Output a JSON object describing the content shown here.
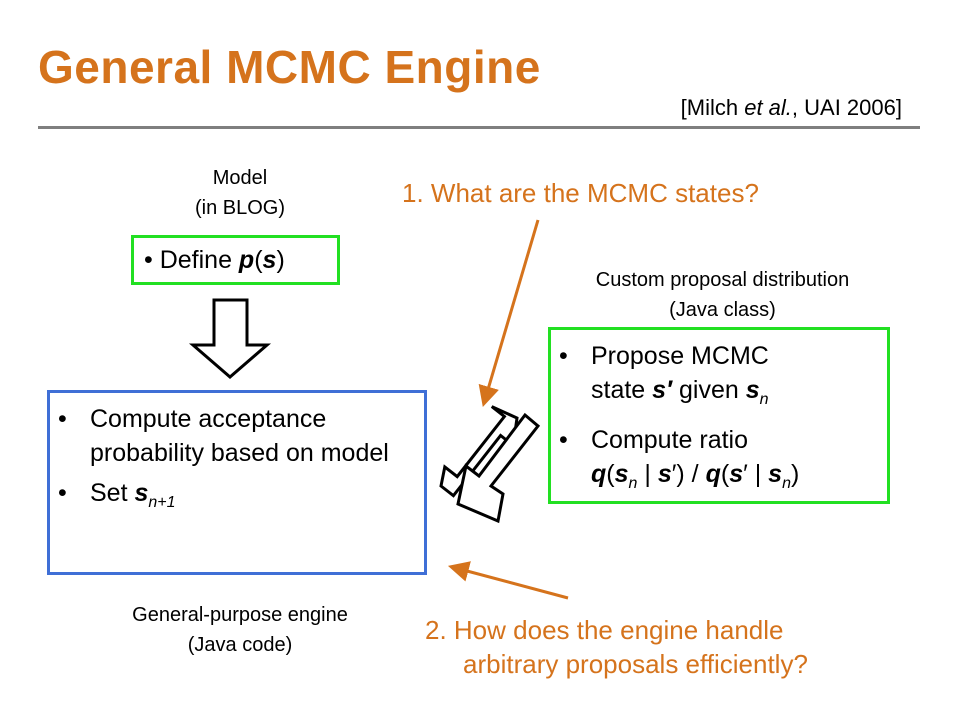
{
  "title": "General MCMC Engine",
  "citation": {
    "prefix": "[Milch ",
    "etal": "et al.",
    "suffix": ", UAI 2006]"
  },
  "model": {
    "caption_line1": "Model",
    "caption_line2": "(in BLOG)",
    "item": {
      "text": "Define ",
      "func": "p",
      "open": "(",
      "var": "s",
      "close": ")"
    }
  },
  "engine": {
    "items": [
      "Compute acceptance probability based on model",
      {
        "text": "Set ",
        "var": "s",
        "sub": "n+1"
      }
    ],
    "caption_line1": "General-purpose engine",
    "caption_line2": "(Java code)"
  },
  "proposal": {
    "caption_line1": "Custom proposal distribution",
    "caption_line2": "(Java class)",
    "item1": {
      "line1": "Propose MCMC",
      "pre": "state ",
      "var1": "s′",
      "mid": " given ",
      "var2": "s",
      "sub": "n"
    },
    "item2": {
      "line1": "Compute ratio",
      "formula": "q(sn | s′) / q(s′ | sn)"
    }
  },
  "questions": {
    "q1": "1. What are the MCMC states?",
    "q2_line1": "2. How does the engine handle",
    "q2_line2": "arbitrary proposals efficiently?"
  },
  "colors": {
    "accent": "#d5731c",
    "green_border": "#22e022",
    "blue_border": "#3f6fd6"
  }
}
